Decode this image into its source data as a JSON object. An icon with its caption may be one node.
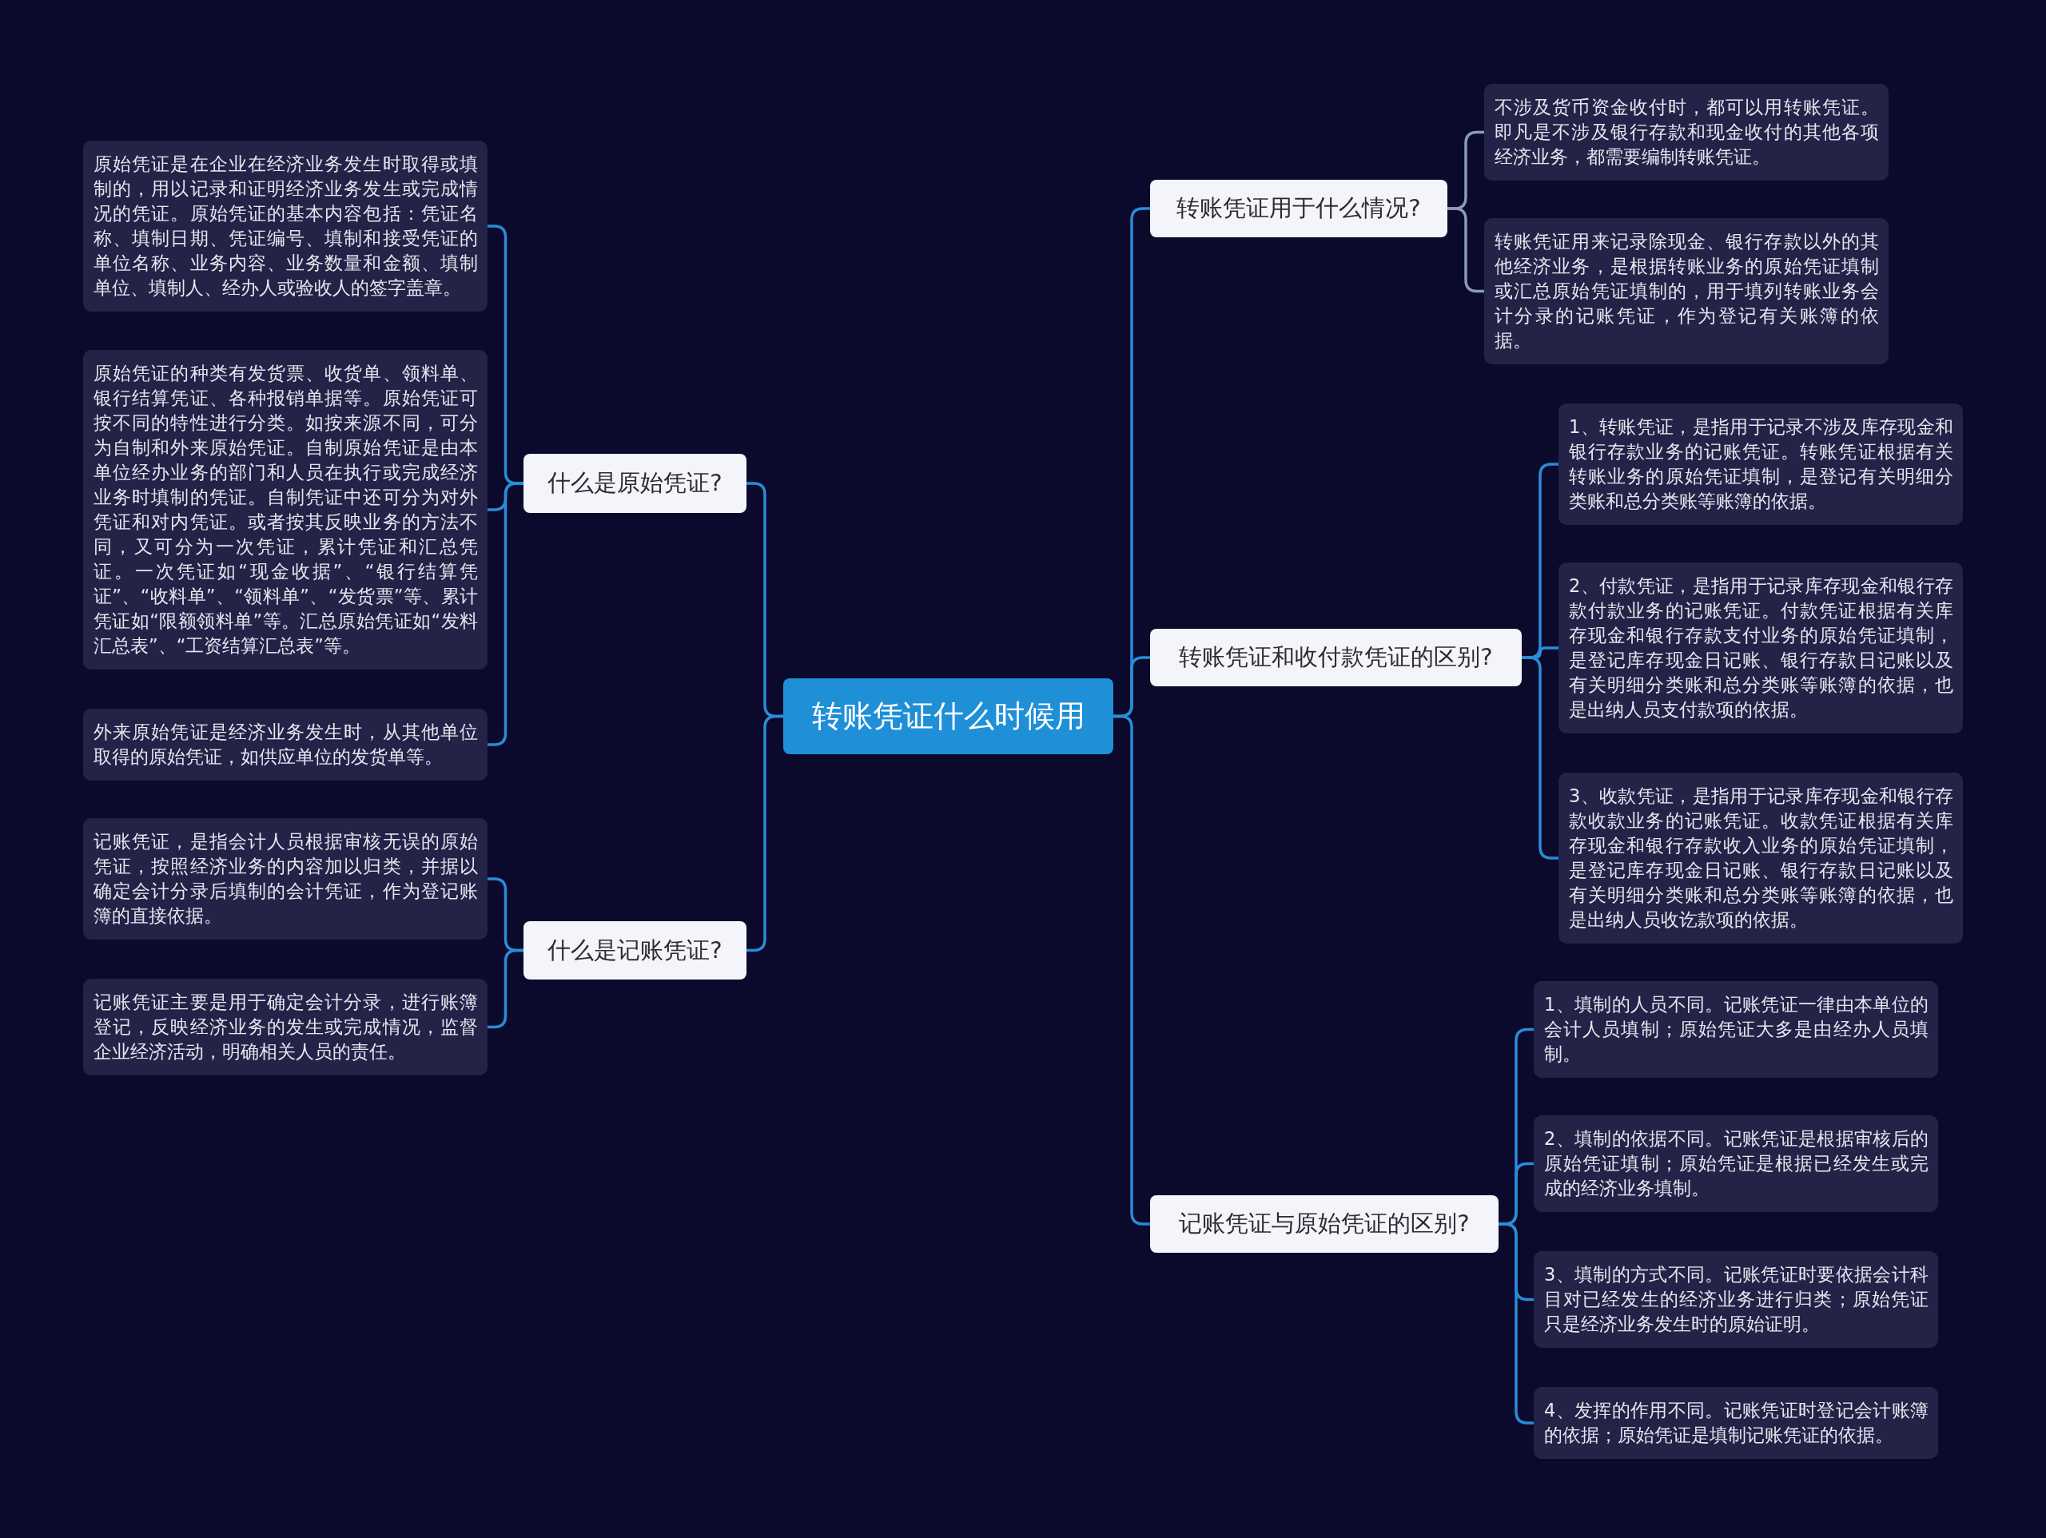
{
  "diagram": {
    "nodes": [
      {
        "text": [
          "转账凭证什么时候用"
        ]
      },
      {
        "text": [
          "什么是原始凭证?"
        ]
      },
      {
        "text": [
          "原始凭证是在企业在经济业务发生时取得或填制的，用以记录和证明经济业务发生或完成情况的凭证。原始凭证的基本内容包括：凭证名称、填制日期、凭证编号、填制和接受凭证的单位名称、业务内容、业务数量和金额、填制单位、填制人、经办人或验收人的签字盖章。"
        ]
      },
      {
        "text": [
          "原始凭证的种类有发货票、收货单、领料单、银行结算凭证、各种报销单据等。原始凭证可按不同的特性进行分类。如按来源不同，可分为自制和外来原始凭证。自制原始凭证是由本单位经办业务的部门和人员在执行或完成经济业务时填制的凭证。自制凭证中还可分为对外凭证和对内凭证。或者按其反映业务的方法不同，又可分为一次凭证，累计凭证和汇总凭证。一次凭证如“现金收据”、“银行结算凭证”、“收料单”、“领料单”、“发货票”等、累计凭证如“限额领料单”等。汇总原始凭证如“发料汇总表”、“工资结算汇总表”等。"
        ]
      },
      {
        "text": [
          "外来原始凭证是经济业务发生时，从其他单位取得的原始凭证，如供应单位的发货单等。"
        ]
      },
      {
        "text": [
          "什么是记账凭证?"
        ]
      },
      {
        "text": [
          "记账凭证，是指会计人员根据审核无误的原始凭证，按照经济业务的内容加以归类，并据以确定会计分录后填制的会计凭证，作为登记账簿的直接依据。"
        ]
      },
      {
        "text": [
          "记账凭证主要是用于确定会计分录，进行账簿登记，反映经济业务的发生或完成情况，监督企业经济活动，明确相关人员的责任。"
        ]
      },
      {
        "text": [
          "转账凭证用于什么情况?"
        ]
      },
      {
        "text": [
          "不涉及货币资金收付时，都可以用转账凭证。即凡是不涉及银行存款和现金收付的其他各项经济业务，都需要编制转账凭证。"
        ]
      },
      {
        "text": [
          "转账凭证用来记录除现金、银行存款以外的其他经济业务，是根据转账业务的原始凭证填制或汇总原始凭证填制的，用于填列转账业务会计分录的记账凭证，作为登记有关账簿的依据。"
        ]
      },
      {
        "text": [
          "转账凭证和收付款凭证的区别?"
        ]
      },
      {
        "text": [
          "1、转账凭证，是指用于记录不涉及库存现金和银行存款业务的记账凭证。转账凭证根据有关转账业务的原始凭证填制，是登记有关明细分类账和总分类账等账簿的依据。"
        ]
      },
      {
        "text": [
          "2、付款凭证，是指用于记录库存现金和银行存款付款业务的记账凭证。付款凭证根据有关库存现金和银行存款支付业务的原始凭证填制，是登记库存现金日记账、银行存款日记账以及有关明细分类账和总分类账等账簿的依据，也是出纳人员支付款项的依据。"
        ]
      },
      {
        "text": [
          "3、收款凭证，是指用于记录库存现金和银行存款收款业务的记账凭证。收款凭证根据有关库存现金和银行存款收入业务的原始凭证填制，是登记库存现金日记账、银行存款日记账以及有关明细分类账和总分类账等账簿的依据，也是出纳人员收讫款项的依据。"
        ]
      },
      {
        "text": [
          "记账凭证与原始凭证的区别?"
        ]
      },
      {
        "text": [
          "1、填制的人员不同。记账凭证一律由本单位的会计人员填制；原始凭证大多是由经办人员填制。"
        ]
      },
      {
        "text": [
          "2、填制的依据不同。记账凭证是根据审核后的原始凭证填制；原始凭证是根据已经发生或完成的经济业务填制。"
        ]
      },
      {
        "text": [
          "3、填制的方式不同。记账凭证时要依据会计科目对已经发生的经济业务进行归类；原始凭证只是经济业务发生时的原始证明。"
        ]
      },
      {
        "text": [
          "4、发挥的作用不同。记账凭证时登记会计账簿的依据；原始凭证是填制记账凭证的依据。"
        ]
      }
    ],
    "edges": [
      {
        "from": 0,
        "to": 1,
        "arrow": "none"
      },
      {
        "from": 1,
        "to": 2,
        "arrow": "none"
      },
      {
        "from": 1,
        "to": 3,
        "arrow": "none"
      },
      {
        "from": 1,
        "to": 4,
        "arrow": "none"
      },
      {
        "from": 0,
        "to": 5,
        "arrow": "none"
      },
      {
        "from": 5,
        "to": 6,
        "arrow": "none"
      },
      {
        "from": 5,
        "to": 7,
        "arrow": "none"
      },
      {
        "from": 0,
        "to": 8,
        "arrow": "none"
      },
      {
        "from": 8,
        "to": 9,
        "arrow": "none",
        "color": "#8a9bb5"
      },
      {
        "from": 8,
        "to": 10,
        "arrow": "none",
        "color": "#8a9bb5"
      },
      {
        "from": 0,
        "to": 11,
        "arrow": "none"
      },
      {
        "from": 11,
        "to": 12,
        "arrow": "none"
      },
      {
        "from": 11,
        "to": 13,
        "arrow": "none"
      },
      {
        "from": 11,
        "to": 14,
        "arrow": "none"
      },
      {
        "from": 0,
        "to": 15,
        "arrow": "none"
      },
      {
        "from": 15,
        "to": 16,
        "arrow": "none"
      },
      {
        "from": 15,
        "to": 17,
        "arrow": "none"
      },
      {
        "from": 15,
        "to": 18,
        "arrow": "none"
      },
      {
        "from": 15,
        "to": 19,
        "arrow": "none"
      }
    ]
  }
}
